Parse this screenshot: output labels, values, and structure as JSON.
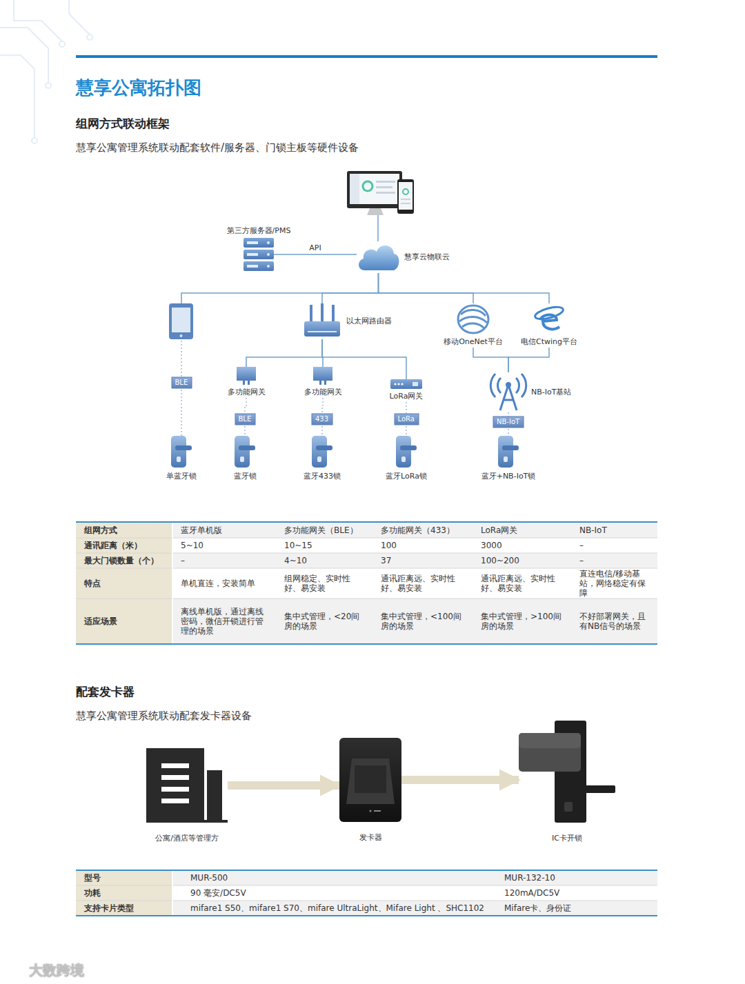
{
  "diagram": {
    "title": "慧享公寓拓扑图",
    "nodes": [
      {
        "text": [
          "第三方服务器/PMS"
        ]
      },
      {
        "text": [
          "慧享云物联云"
        ]
      },
      {
        "text": [
          "以太网路由器"
        ]
      },
      {
        "text": [
          "移动OneNet平台"
        ]
      },
      {
        "text": [
          "电信Ctwing平台"
        ]
      },
      {
        "text": [
          "多功能网关"
        ]
      },
      {
        "text": [
          "多功能网关"
        ]
      },
      {
        "text": [
          "LoRa网关"
        ]
      },
      {
        "text": [
          "NB-IoT基站"
        ]
      },
      {
        "text": [
          "BLE"
        ]
      },
      {
        "text": [
          "BLE"
        ]
      },
      {
        "text": [
          "433"
        ]
      },
      {
        "text": [
          "LoRa"
        ]
      },
      {
        "text": [
          "NB-IoT"
        ]
      },
      {
        "text": [
          "单蓝牙锁"
        ]
      },
      {
        "text": [
          "蓝牙锁"
        ]
      },
      {
        "text": [
          "蓝牙433锁"
        ]
      },
      {
        "text": [
          "蓝牙LoRa锁"
        ]
      },
      {
        "text": [
          "蓝牙+NB-IoT锁"
        ]
      },
      {
        "text": [
          "公寓/酒店等管理方"
        ]
      },
      {
        "text": [
          "发卡器"
        ]
      },
      {
        "text": [
          "IC卡开锁"
        ]
      }
    ],
    "edges": [
      {
        "from": 0,
        "to": 1,
        "arrow": "none",
        "label": "API"
      },
      {
        "from": 1,
        "to": 2,
        "arrow": "none"
      },
      {
        "from": 1,
        "to": 3,
        "arrow": "none"
      },
      {
        "from": 1,
        "to": 4,
        "arrow": "none"
      },
      {
        "from": 2,
        "to": 5,
        "arrow": "none"
      },
      {
        "from": 2,
        "to": 6,
        "arrow": "none"
      },
      {
        "from": 2,
        "to": 7,
        "arrow": "none"
      },
      {
        "from": 3,
        "to": 8,
        "arrow": "none"
      },
      {
        "from": 4,
        "to": 8,
        "arrow": "none"
      },
      {
        "from": 9,
        "to": 14,
        "arrow": "none"
      },
      {
        "from": 5,
        "to": 10,
        "arrow": "none"
      },
      {
        "from": 10,
        "to": 15,
        "arrow": "none"
      },
      {
        "from": 6,
        "to": 11,
        "arrow": "none"
      },
      {
        "from": 11,
        "to": 16,
        "arrow": "none"
      },
      {
        "from": 7,
        "to": 12,
        "arrow": "none"
      },
      {
        "from": 12,
        "to": 17,
        "arrow": "none"
      },
      {
        "from": 8,
        "to": 13,
        "arrow": "none"
      },
      {
        "from": 13,
        "to": 18,
        "arrow": "none"
      },
      {
        "from": 19,
        "to": 20,
        "arrow": "to"
      },
      {
        "from": 20,
        "to": 21,
        "arrow": "to"
      }
    ],
    "labels": [
      "组网方式联动框架",
      "慧享公寓管理系统联动配套软件/服务器、门锁主板等硬件设备",
      "组网方式",
      "蓝牙单机版",
      "多功能网关（BLE）",
      "多功能网关（433）",
      "LoRa网关",
      "NB-IoT",
      "通讯距离（米）",
      "5~10",
      "10~15",
      "100",
      "3000",
      "–",
      "最大门锁数量（个）",
      "–",
      "4~10",
      "37",
      "100~200",
      "–",
      "特点",
      "单机直连，安装简单",
      "组网稳定、实时性好、易安装",
      "通讯距离远、实时性好、易安装",
      "通讯距离远、实时性好、易安装",
      "直连电信/移动基站，网络稳定有保障",
      "适应场景",
      "离线单机版，通过离线密码，微信开锁进行管理的场景",
      "集中式管理，<20间房的场景",
      "集中式管理，<100间房的场景",
      "集中式管理，>100间房的场景",
      "不好部署网关，且有NB信号的场景",
      "配套发卡器",
      "慧享公寓管理系统联动配套发卡器设备",
      "CARD",
      "型号",
      "MUR-500",
      "MUR-132-10",
      "功耗",
      "90 毫安/DC5V",
      "120mA/DC5V",
      "支持卡片类型",
      "mifare1 S50、mifare1 S70、mifare UltraLight、Mifare Light 、SHC1102",
      "Mifare卡、身份证",
      "大数跨境"
    ]
  }
}
